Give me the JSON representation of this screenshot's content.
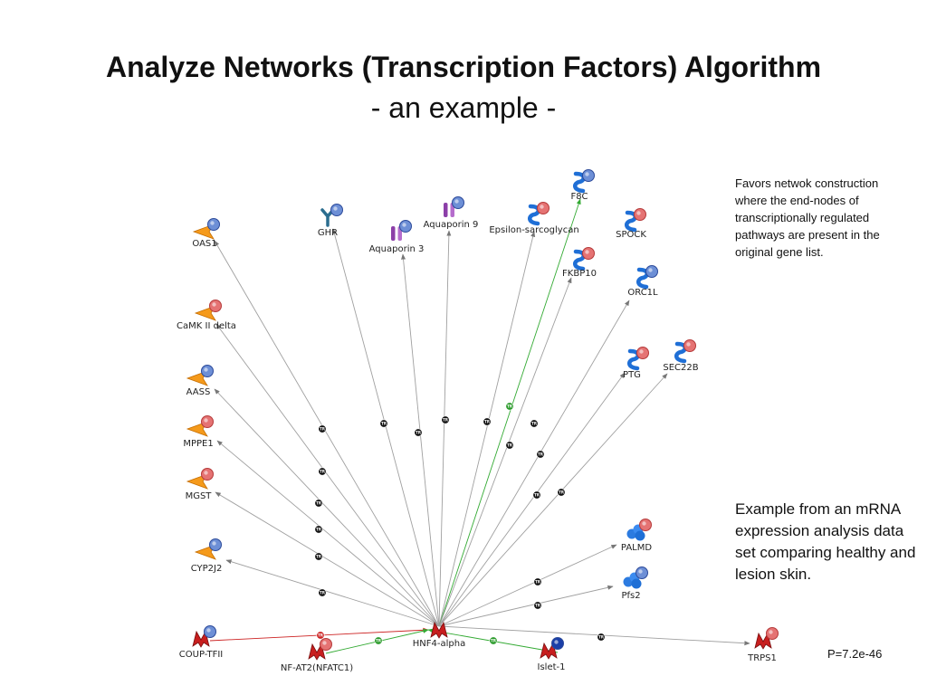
{
  "title": {
    "line1": "Analyze Networks (Transcription Factors) Algorithm",
    "line2": "- an example -"
  },
  "side_note": "Favors netwok construction where the end-nodes of transcriptionally regulated  pathways are present in the original gene list.",
  "example_note": "Example from an mRNA expression analysis data set comparing healthy and lesion skin.",
  "p_value": "P=7.2e-46",
  "edge_badge_text": "TR",
  "colors": {
    "inhibit_edge": "#cc2222",
    "activate_edge": "#33aa33",
    "neutral_edge": "#a0a0a0",
    "badge_neutral": "#111111",
    "badge_activate": "#2a9a2a",
    "badge_inhibit": "#cc2222",
    "up_marker": "#e57373",
    "down_marker": "#6d8fd6"
  },
  "hub": {
    "label": "HNF4-alpha",
    "type": "transcription-factor"
  },
  "nodes": [
    {
      "id": "oas1",
      "label": "OAS1",
      "type": "enzyme",
      "marker": "down"
    },
    {
      "id": "camk",
      "label": "CaMK II delta",
      "type": "enzyme",
      "marker": "up"
    },
    {
      "id": "aass",
      "label": "AASS",
      "type": "enzyme",
      "marker": "down"
    },
    {
      "id": "mppe1",
      "label": "MPPE1",
      "type": "enzyme",
      "marker": "up"
    },
    {
      "id": "mgst",
      "label": "MGST",
      "type": "enzyme",
      "marker": "up"
    },
    {
      "id": "cyp2j2",
      "label": "CYP2J2",
      "type": "enzyme",
      "marker": "down"
    },
    {
      "id": "ghr",
      "label": "GHR",
      "type": "receptor",
      "marker": "down"
    },
    {
      "id": "aqp3",
      "label": "Aquaporin 3",
      "type": "channel",
      "marker": "down"
    },
    {
      "id": "aqp9",
      "label": "Aquaporin 9",
      "type": "channel",
      "marker": "down"
    },
    {
      "id": "epsilon",
      "label": "Epsilon-sarcoglycan",
      "type": "protein",
      "marker": "up"
    },
    {
      "id": "f8c",
      "label": "F8C",
      "type": "protein",
      "marker": "down"
    },
    {
      "id": "spock",
      "label": "SPOCK",
      "type": "protein",
      "marker": "up"
    },
    {
      "id": "fkbp10",
      "label": "FKBP10",
      "type": "protein",
      "marker": "up"
    },
    {
      "id": "orc1l",
      "label": "ORC1L",
      "type": "protein",
      "marker": "down"
    },
    {
      "id": "ptg",
      "label": "PTG",
      "type": "protein",
      "marker": "up"
    },
    {
      "id": "sec22b",
      "label": "SEC22B",
      "type": "protein",
      "marker": "up"
    },
    {
      "id": "palmd",
      "label": "PALMD",
      "type": "generic",
      "marker": "up"
    },
    {
      "id": "pfs2",
      "label": "Pfs2",
      "type": "generic",
      "marker": "down"
    },
    {
      "id": "trps1",
      "label": "TRPS1",
      "type": "transcription-factor",
      "marker": "up"
    },
    {
      "id": "coup",
      "label": "COUP-TFII",
      "type": "transcription-factor",
      "marker": "down"
    },
    {
      "id": "nfat",
      "label": "NF-AT2(NFATC1)",
      "type": "transcription-factor",
      "marker": "up"
    },
    {
      "id": "islet",
      "label": "Islet-1",
      "type": "transcription-factor",
      "marker": "dark-down"
    }
  ],
  "edges": [
    {
      "from": "hub",
      "to": "oas1",
      "effect": "unspecified"
    },
    {
      "from": "hub",
      "to": "camk",
      "effect": "unspecified"
    },
    {
      "from": "hub",
      "to": "aass",
      "effect": "unspecified"
    },
    {
      "from": "hub",
      "to": "mppe1",
      "effect": "unspecified"
    },
    {
      "from": "hub",
      "to": "mgst",
      "effect": "unspecified"
    },
    {
      "from": "hub",
      "to": "cyp2j2",
      "effect": "unspecified"
    },
    {
      "from": "hub",
      "to": "ghr",
      "effect": "unspecified"
    },
    {
      "from": "hub",
      "to": "aqp3",
      "effect": "unspecified"
    },
    {
      "from": "hub",
      "to": "aqp9",
      "effect": "unspecified"
    },
    {
      "from": "hub",
      "to": "epsilon",
      "effect": "unspecified"
    },
    {
      "from": "hub",
      "to": "f8c",
      "effect": "activation"
    },
    {
      "from": "hub",
      "to": "fkbp10",
      "effect": "unspecified"
    },
    {
      "from": "hub",
      "to": "orc1l",
      "effect": "unspecified"
    },
    {
      "from": "hub",
      "to": "ptg",
      "effect": "unspecified"
    },
    {
      "from": "hub",
      "to": "sec22b",
      "effect": "unspecified"
    },
    {
      "from": "hub",
      "to": "palmd",
      "effect": "unspecified"
    },
    {
      "from": "hub",
      "to": "pfs2",
      "effect": "unspecified"
    },
    {
      "from": "hub",
      "to": "trps1",
      "effect": "unspecified"
    },
    {
      "from": "coup",
      "to": "hub",
      "effect": "inhibition"
    },
    {
      "from": "nfat",
      "to": "hub",
      "effect": "activation"
    },
    {
      "from": "islet",
      "to": "hub",
      "effect": "activation"
    }
  ]
}
